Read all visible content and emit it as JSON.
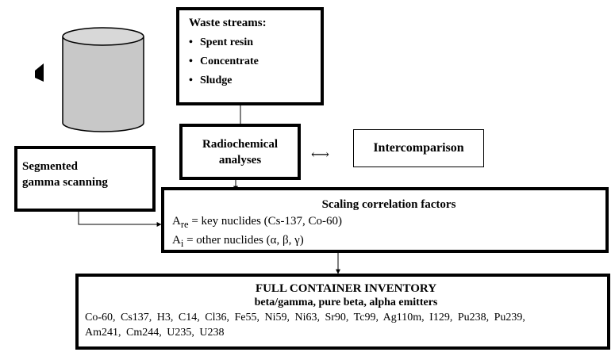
{
  "waste_streams": {
    "title": "Waste streams:",
    "items": [
      "Spent resin",
      "Concentrate",
      "Sludge"
    ]
  },
  "radiochemical": {
    "line1": "Radiochemical",
    "line2": "analyses"
  },
  "intercomparison": {
    "label": "Intercomparison",
    "link_symbol": "⟷"
  },
  "gamma_scanning": {
    "line1": "Segmented",
    "line2": "gamma scanning"
  },
  "scaling": {
    "title": "Scaling correlation factors",
    "key_symbol": "A",
    "key_subscript": "re",
    "key_text": " = key nuclides (Cs-137, Co-60)",
    "other_symbol": "A",
    "other_subscript": "i",
    "other_text": " = other nuclides (α, β, γ)"
  },
  "inventory": {
    "title": "FULL CONTAINER INVENTORY",
    "subtitle": "beta/gamma, pure beta, alpha emitters",
    "nuclides_line1": "Co-60, Cs137, H3, C14, Cl36, Fe55, Ni59, Ni63, Sr90, Tc99, Ag110m, I129, Pu238, Pu239,",
    "nuclides_line2": "Am241, Cm244, U235, U238"
  },
  "colors": {
    "drum_fill": "#c8c8c8",
    "stroke": "#000000"
  }
}
